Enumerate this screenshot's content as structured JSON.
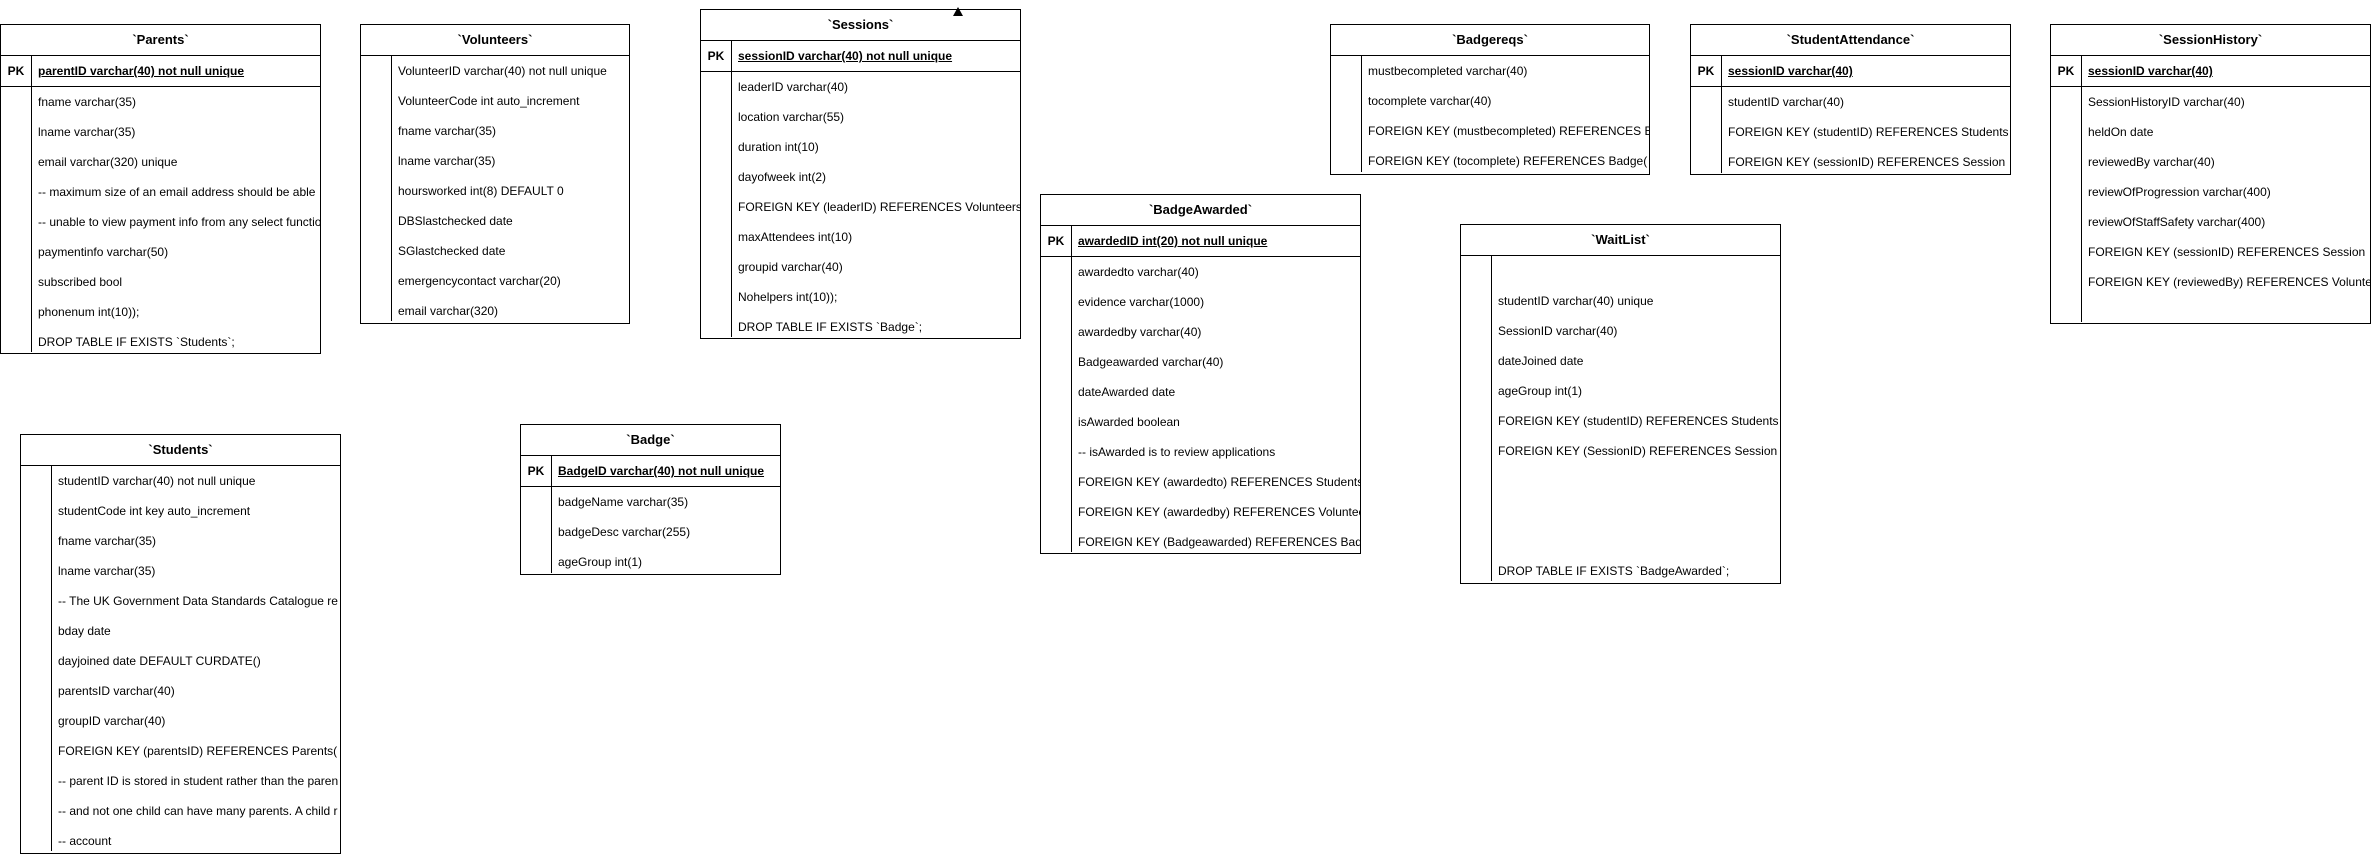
{
  "tables": {
    "parents": {
      "title": "`Parents`",
      "pk_label": "PK",
      "pk_field": "parentID varchar(40) not null unique",
      "rows": [
        "fname varchar(35)",
        "lname varchar(35)",
        "email varchar(320) unique",
        "-- maximum size of an email address should be able",
        "-- unable to view payment info from any select function",
        "paymentinfo varchar(50)",
        "subscribed bool",
        "phonenum int(10));",
        "DROP TABLE IF EXISTS `Students`;"
      ]
    },
    "volunteers": {
      "title": "`Volunteers`",
      "rows": [
        "VolunteerID varchar(40) not null unique",
        "VolunteerCode int auto_increment",
        "fname varchar(35)",
        "lname varchar(35)",
        "hoursworked int(8) DEFAULT 0",
        "DBSlastchecked date",
        "SGlastchecked date",
        "emergencycontact varchar(20)",
        "email varchar(320)"
      ]
    },
    "sessions": {
      "title": "`Sessions`",
      "pk_label": "PK",
      "pk_field": "sessionID varchar(40) not null unique",
      "rows": [
        "leaderID varchar(40)",
        "location varchar(55)",
        "duration int(10)",
        "dayofweek int(2)",
        "FOREIGN KEY (leaderID) REFERENCES Volunteers",
        "maxAttendees int(10)",
        "groupid varchar(40)",
        "Nohelpers int(10));",
        "DROP TABLE IF EXISTS `Badge`;"
      ]
    },
    "badgereqs": {
      "title": "`Badgereqs`",
      "rows": [
        "mustbecompleted varchar(40)",
        "tocomplete varchar(40)",
        "FOREIGN KEY (mustbecompleted) REFERENCES Badge",
        "FOREIGN KEY (tocomplete) REFERENCES Badge("
      ]
    },
    "student_attendance": {
      "title": "`StudentAttendance`",
      "pk_label": "PK",
      "pk_field": "sessionID varchar(40)",
      "rows": [
        "studentID varchar(40)",
        "FOREIGN KEY (studentID) REFERENCES Students",
        "FOREIGN KEY (sessionID) REFERENCES Session"
      ]
    },
    "session_history": {
      "title": "`SessionHistory`",
      "pk_label": "PK",
      "pk_field": "sessionID varchar(40)",
      "rows": [
        "SessionHistoryID varchar(40)",
        "heldOn date",
        "reviewedBy varchar(40)",
        "reviewOfProgression varchar(400)",
        "reviewOfStaffSafety varchar(400)",
        "FOREIGN KEY (sessionID) REFERENCES Session",
        "FOREIGN KEY (reviewedBy) REFERENCES Volunte"
      ]
    },
    "badge_awarded": {
      "title": "`BadgeAwarded`",
      "pk_label": "PK",
      "pk_field": "awardedID int(20) not null unique",
      "rows": [
        "awardedto varchar(40)",
        "evidence varchar(1000)",
        "awardedby varchar(40)",
        "Badgeawarded varchar(40)",
        "dateAwarded date",
        "isAwarded boolean",
        "-- isAwarded is to review applications",
        "FOREIGN KEY (awardedto) REFERENCES Students",
        "FOREIGN KEY (awardedby) REFERENCES Voluntee",
        "FOREIGN KEY (Badgeawarded) REFERENCES Bad"
      ]
    },
    "wait_list": {
      "title": "`WaitList`",
      "rows": [
        "",
        "studentID varchar(40) unique",
        "SessionID varchar(40)",
        "dateJoined date",
        "ageGroup int(1)",
        "FOREIGN KEY (studentID) REFERENCES Students",
        "FOREIGN KEY (SessionID) REFERENCES Session",
        "",
        "",
        "",
        "DROP TABLE IF EXISTS `BadgeAwarded`;"
      ]
    },
    "students": {
      "title": "`Students`",
      "rows": [
        "studentID varchar(40) not null unique",
        "studentCode int key auto_increment",
        "fname varchar(35)",
        "lname varchar(35)",
        "-- The UK Government Data Standards Catalogue re",
        "bday date",
        "dayjoined date DEFAULT CURDATE()",
        "parentsID varchar(40)",
        "groupID varchar(40)",
        "FOREIGN KEY (parentsID) REFERENCES Parents(",
        "-- parent ID is stored in student rather than the paren",
        "-- and not one child can have many parents. A child r",
        "-- account"
      ]
    },
    "badge": {
      "title": "`Badge`",
      "pk_label": "PK",
      "pk_field": "BadgeID varchar(40) not null unique",
      "rows": [
        "badgeName varchar(35)",
        "badgeDesc varchar(255)",
        "ageGroup int(1)"
      ]
    }
  }
}
